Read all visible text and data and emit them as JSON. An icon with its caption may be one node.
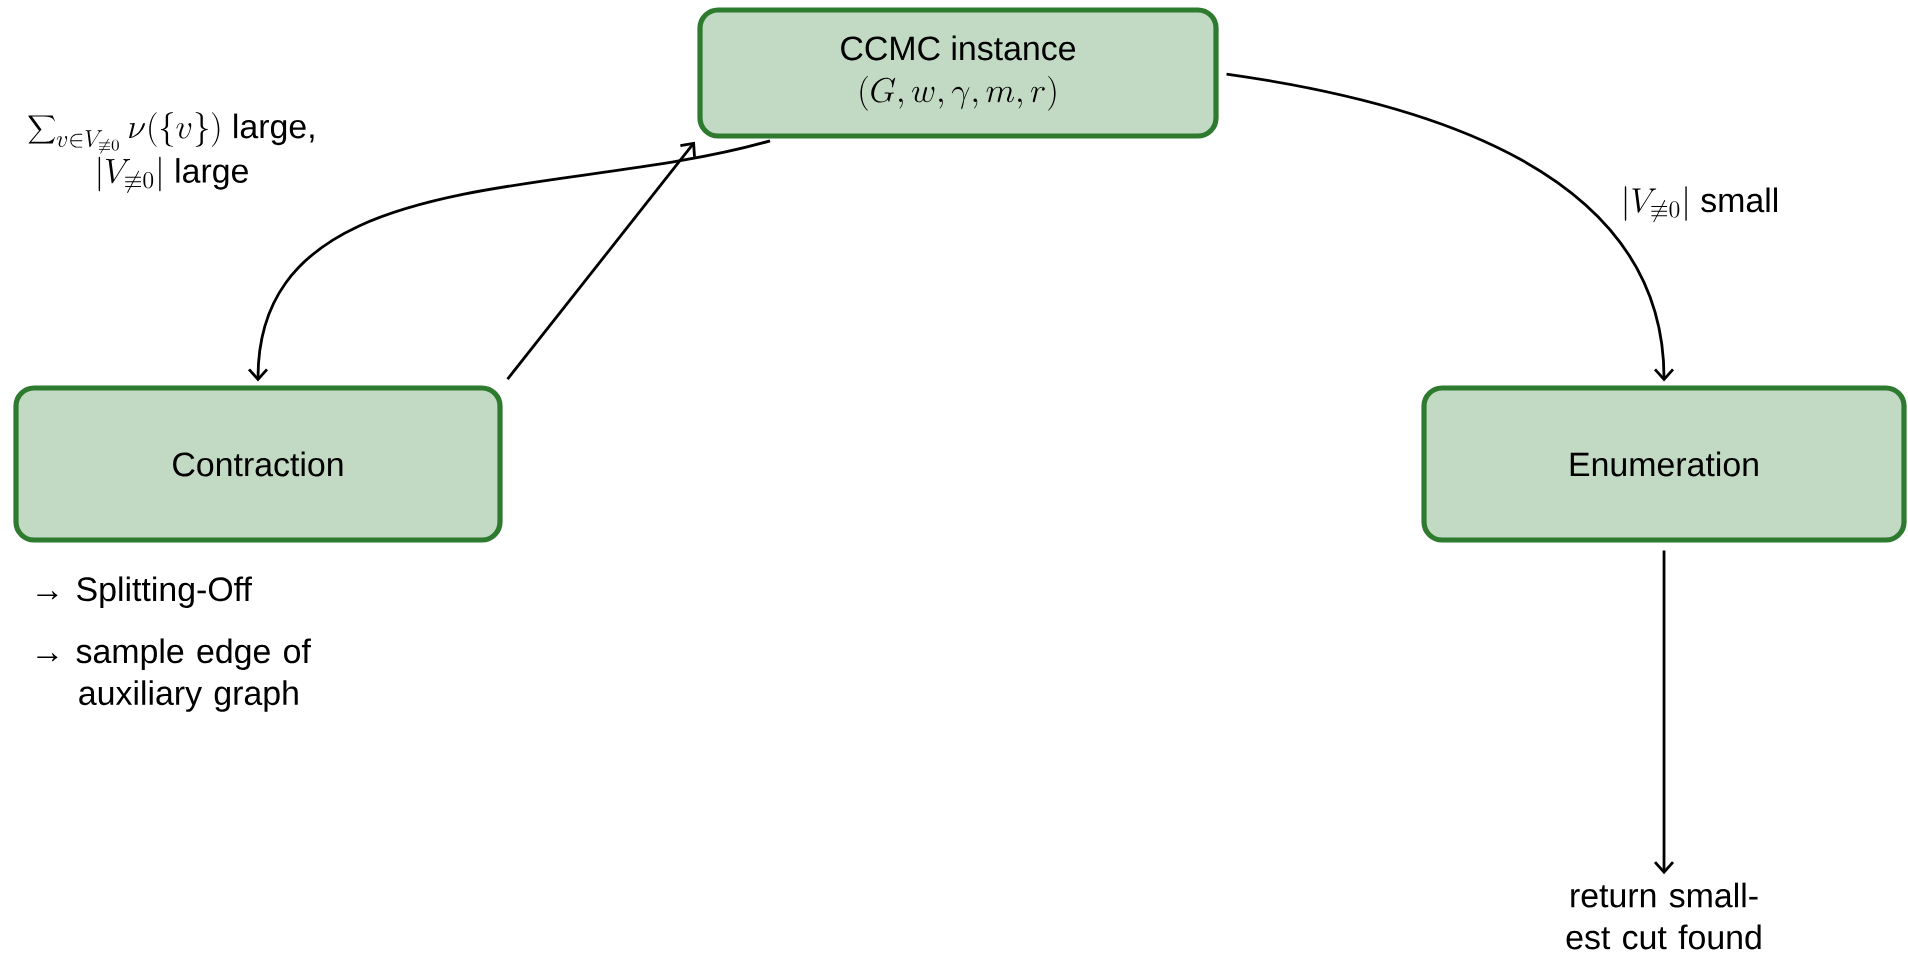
{
  "diagram": {
    "nodes": [
      {
        "text": [
          "CCMC instance",
          "(G, w, \\gamma, m, r)"
        ]
      },
      {
        "text": [
          "Contraction"
        ],
        "beside": [
          "→ Splitting-Off",
          "→ sample edge of auxiliary graph"
        ]
      },
      {
        "text": [
          "Enumeration"
        ]
      },
      {
        "text": [
          "return small- est cut found"
        ]
      }
    ],
    "edges": [
      {
        "from": 0,
        "to": 1,
        "arrow": "to",
        "label": "\\begin{array}{c}\\displaystyle\\sum\\nolimits_{v\\in V_{\\not\\equiv 0}} \\nu(\\{v\\})\\mbox{ large,}\\\\ |V_{\\not\\equiv 0}|\\mbox{ large}\\end{array}"
      },
      {
        "from": 1,
        "to": 0,
        "arrow": "to"
      },
      {
        "from": 0,
        "to": 2,
        "arrow": "to",
        "label": "|V_{\\not\\equiv 0}|\\mbox{ small}"
      },
      {
        "from": 2,
        "to": 3,
        "arrow": "to"
      }
    ]
  }
}
